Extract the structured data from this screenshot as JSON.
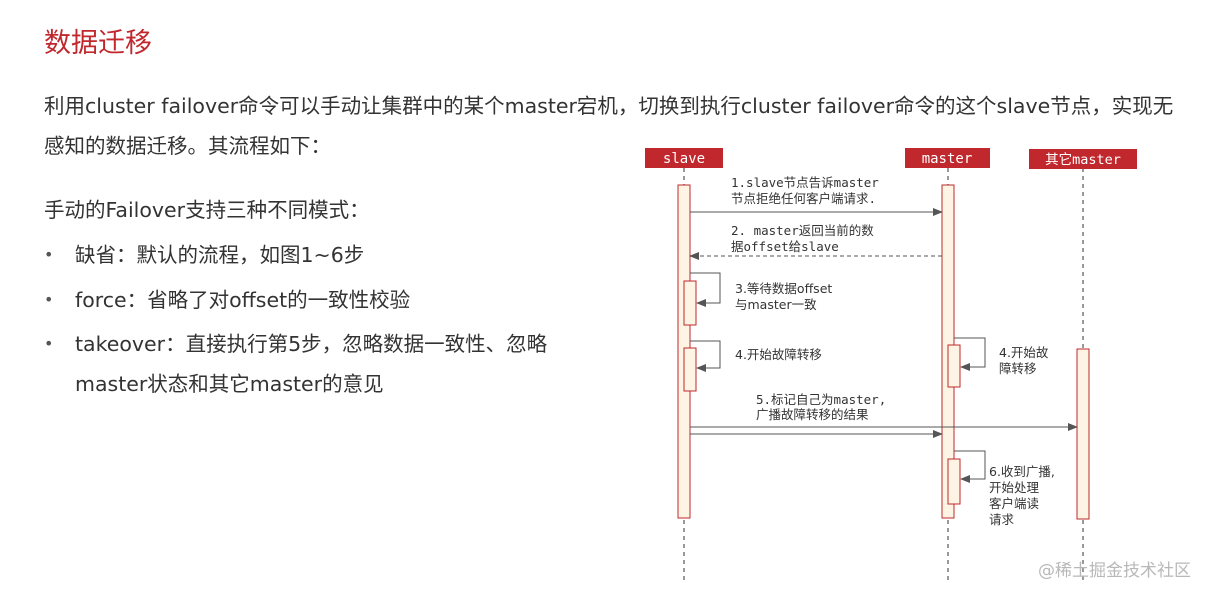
{
  "title": "数据迁移",
  "intro": "利用cluster failover命令可以手动让集群中的某个master宕机，切换到执行cluster failover命令的这个slave节点，实现无感知的数据迁移。其流程如下：",
  "modes_heading": "手动的Failover支持三种不同模式：",
  "bullets": [
    {
      "marker": "•",
      "text": "缺省：默认的流程，如图1~6步"
    },
    {
      "marker": "•",
      "text": "force：省略了对offset的一致性校验"
    },
    {
      "marker": "•",
      "text": "takeover：直接执行第5步，忽略数据一致性、忽略master状态和其它master的意见"
    }
  ],
  "diagram": {
    "colors": {
      "header_bg": "#c0282d",
      "header_text": "#ffffff",
      "activation_fill": "#fdf4e4",
      "activation_stroke": "#c0282d",
      "arrow": "#555555"
    },
    "participants": [
      {
        "id": "slave",
        "label": "slave"
      },
      {
        "id": "master",
        "label": "master"
      },
      {
        "id": "other",
        "label": "其它master"
      }
    ],
    "steps": {
      "s1_l1": "1.slave节点告诉master",
      "s1_l2": "节点拒绝任何客户端请求.",
      "s2_l1": "2. master返回当前的数",
      "s2_l2": "据offset给slave",
      "s3_l1": "3.等待数据offset",
      "s3_l2": "与master一致",
      "s4a": "4.开始故障转移",
      "s4b_l1": "4.开始故",
      "s4b_l2": "障转移",
      "s5_l1": "5.标记自己为master,",
      "s5_l2": "广播故障转移的结果",
      "s6_l1": "6.收到广播,",
      "s6_l2": "开始处理",
      "s6_l3": "客户端读",
      "s6_l4": "请求"
    }
  },
  "watermark": "@稀土掘金技术社区"
}
